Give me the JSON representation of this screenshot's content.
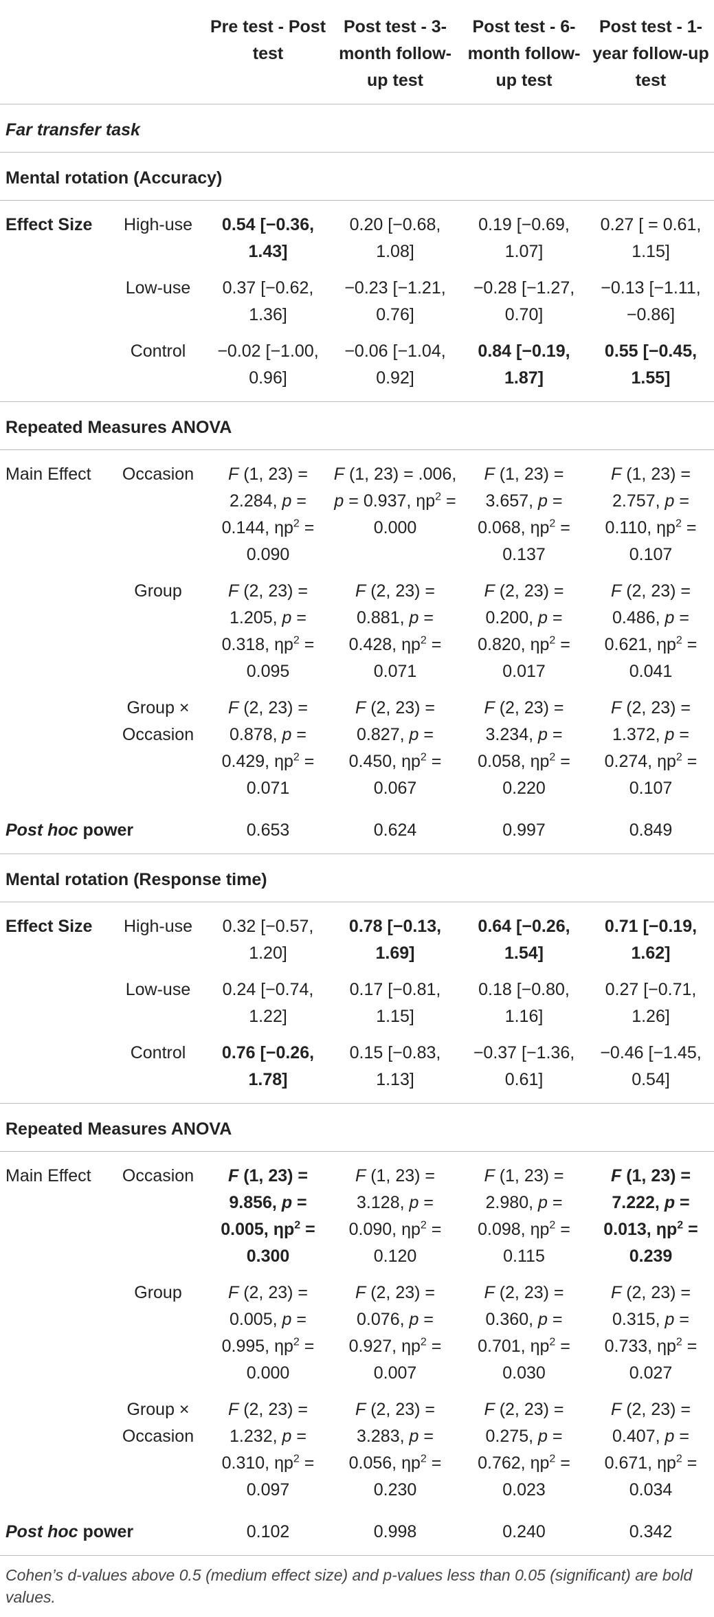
{
  "header": {
    "col1": "Pre test - Post test",
    "col2": "Post test - 3-month follow-up test",
    "col3": "Post test - 6-month follow-up test",
    "col4": "Post test - 1-year follow-up test"
  },
  "labels": {
    "far_transfer": "Far transfer task",
    "mr_accuracy": "Mental rotation (Accuracy)",
    "mr_rt": "Mental rotation (Response time)",
    "rm_anova": "Repeated Measures ANOVA",
    "effect_size": "Effect Size",
    "main_effect": "Main Effect",
    "high_use": "High-use",
    "low_use": "Low-use",
    "control": "Control",
    "occasion": "Occasion",
    "group": "Group",
    "group_x_occasion": "Group × Occasion",
    "post_hoc": "Post hoc",
    "power": "power"
  },
  "stat_symbols": {
    "F": "F",
    "p": "p",
    "eta": "ηp",
    "sq": "2"
  },
  "accuracy": {
    "effect_sizes": [
      {
        "group": "High-use",
        "values": [
          "0.54 [−0.36, 1.43]",
          "0.20 [−0.68, 1.08]",
          "0.19 [−0.69, 1.07]",
          "0.27 [ = 0.61, 1.15]"
        ],
        "bold": [
          true,
          false,
          false,
          false
        ]
      },
      {
        "group": "Low-use",
        "values": [
          "0.37 [−0.62, 1.36]",
          "−0.23 [−1.21, 0.76]",
          "−0.28 [−1.27, 0.70]",
          "−0.13 [−1.11, −0.86]"
        ],
        "bold": [
          false,
          false,
          false,
          false
        ]
      },
      {
        "group": "Control",
        "values": [
          "−0.02 [−1.00, 0.96]",
          "−0.06 [−1.04, 0.92]",
          "0.84 [−0.19, 1.87]",
          "0.55 [−0.45, 1.55]"
        ],
        "bold": [
          false,
          false,
          true,
          true
        ]
      }
    ],
    "anova": [
      {
        "effect": "Occasion",
        "cells": [
          {
            "df": "(1, 23) = 2.284,",
            "p": "= 0.144,",
            "eta": "= 0.090",
            "bold": false
          },
          {
            "df": "(1, 23) = .006,",
            "p": "= 0.937,",
            "eta": "= 0.000",
            "bold": false
          },
          {
            "df": "(1, 23) = 3.657,",
            "p": "= 0.068,",
            "eta": "= 0.137",
            "bold": false
          },
          {
            "df": "(1, 23) = 2.757,",
            "p": "= 0.110,",
            "eta": "= 0.107",
            "bold": false
          }
        ]
      },
      {
        "effect": "Group",
        "cells": [
          {
            "df": "(2, 23) = 1.205,",
            "p": "= 0.318,",
            "eta": "= 0.095",
            "bold": false
          },
          {
            "df": "(2, 23) = 0.881,",
            "p": "= 0.428,",
            "eta": "= 0.071",
            "bold": false
          },
          {
            "df": "(2, 23) = 0.200,",
            "p": "= 0.820,",
            "eta": "= 0.017",
            "bold": false
          },
          {
            "df": "(2, 23) = 0.486,",
            "p": "= 0.621,",
            "eta": "= 0.041",
            "bold": false
          }
        ]
      },
      {
        "effect": "Group × Occasion",
        "cells": [
          {
            "df": "(2, 23) = 0.878,",
            "p": "= 0.429,",
            "eta": "= 0.071",
            "bold": false
          },
          {
            "df": "(2, 23) = 0.827,",
            "p": "= 0.450,",
            "eta": "= 0.067",
            "bold": false
          },
          {
            "df": "(2, 23) = 3.234,",
            "p": "= 0.058,",
            "eta": "= 0.220",
            "bold": false
          },
          {
            "df": "(2, 23) = 1.372,",
            "p": "= 0.274,",
            "eta": "= 0.107",
            "bold": false
          }
        ]
      }
    ],
    "power": [
      "0.653",
      "0.624",
      "0.997",
      "0.849"
    ]
  },
  "response_time": {
    "effect_sizes": [
      {
        "group": "High-use",
        "values": [
          "0.32 [−0.57, 1.20]",
          "0.78 [−0.13, 1.69]",
          "0.64 [−0.26, 1.54]",
          "0.71 [−0.19, 1.62]"
        ],
        "bold": [
          false,
          true,
          true,
          true
        ]
      },
      {
        "group": "Low-use",
        "values": [
          "0.24 [−0.74, 1.22]",
          "0.17 [−0.81, 1.15]",
          "0.18 [−0.80, 1.16]",
          "0.27 [−0.71, 1.26]"
        ],
        "bold": [
          false,
          false,
          false,
          false
        ]
      },
      {
        "group": "Control",
        "values": [
          "0.76 [−0.26, 1.78]",
          "0.15 [−0.83, 1.13]",
          "−0.37 [−1.36, 0.61]",
          "−0.46 [−1.45, 0.54]"
        ],
        "bold": [
          true,
          false,
          false,
          false
        ]
      }
    ],
    "anova": [
      {
        "effect": "Occasion",
        "cells": [
          {
            "df": "(1, 23) = 9.856,",
            "p": "= 0.005,",
            "eta": "= 0.300",
            "bold": true
          },
          {
            "df": "(1, 23) = 3.128,",
            "p": "= 0.090,",
            "eta": "= 0.120",
            "bold": false
          },
          {
            "df": "(1, 23) = 2.980,",
            "p": "= 0.098,",
            "eta": "= 0.115",
            "bold": false
          },
          {
            "df": "(1, 23) = 7.222,",
            "p": "= 0.013,",
            "eta": "= 0.239",
            "bold": true
          }
        ]
      },
      {
        "effect": "Group",
        "cells": [
          {
            "df": "(2, 23) = 0.005,",
            "p": "= 0.995,",
            "eta": "= 0.000",
            "bold": false
          },
          {
            "df": "(2, 23) = 0.076,",
            "p": "= 0.927,",
            "eta": "= 0.007",
            "bold": false
          },
          {
            "df": "(2, 23) = 0.360,",
            "p": "= 0.701,",
            "eta": "= 0.030",
            "bold": false
          },
          {
            "df": "(2, 23) = 0.315,",
            "p": "= 0.733,",
            "eta": "= 0.027",
            "bold": false
          }
        ]
      },
      {
        "effect": "Group × Occasion",
        "cells": [
          {
            "df": "(2, 23) = 1.232,",
            "p": "= 0.310,",
            "eta": "= 0.097",
            "bold": false
          },
          {
            "df": "(2, 23) = 3.283,",
            "p": "= 0.056,",
            "eta": "= 0.230",
            "bold": false
          },
          {
            "df": "(2, 23) = 0.275,",
            "p": "= 0.762,",
            "eta": "= 0.023",
            "bold": false
          },
          {
            "df": "(2, 23) = 0.407,",
            "p": "= 0.671,",
            "eta": "= 0.034",
            "bold": false
          }
        ]
      }
    ],
    "power": [
      "0.102",
      "0.998",
      "0.240",
      "0.342"
    ]
  },
  "footnote": "Cohen’s d-values above 0.5 (medium effect size) and p-values less than 0.05 (significant) are bold values."
}
